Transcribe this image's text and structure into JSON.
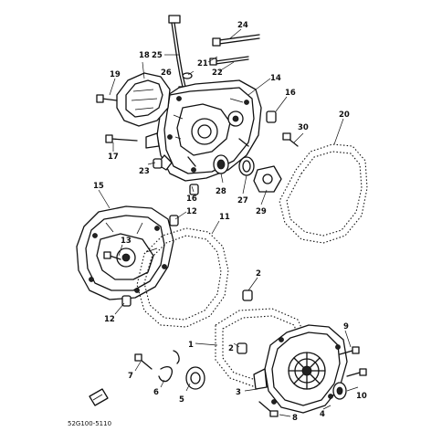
{
  "diagram_code": "52G100-5110",
  "callouts": {
    "c1": "1",
    "c2": "2",
    "c3": "3",
    "c4": "4",
    "c5": "5",
    "c6": "6",
    "c7": "7",
    "c8": "8",
    "c9": "9",
    "c10": "10",
    "c11": "11",
    "c12": "12",
    "c13": "13",
    "c14": "14",
    "c15": "15",
    "c16": "16",
    "c17": "17",
    "c18": "18",
    "c19": "19",
    "c20": "20",
    "c21": "21",
    "c22": "22",
    "c23": "23",
    "c24": "24",
    "c25": "25",
    "c26": "26",
    "c27": "27",
    "c28": "28",
    "c29": "29",
    "c30": "30"
  }
}
